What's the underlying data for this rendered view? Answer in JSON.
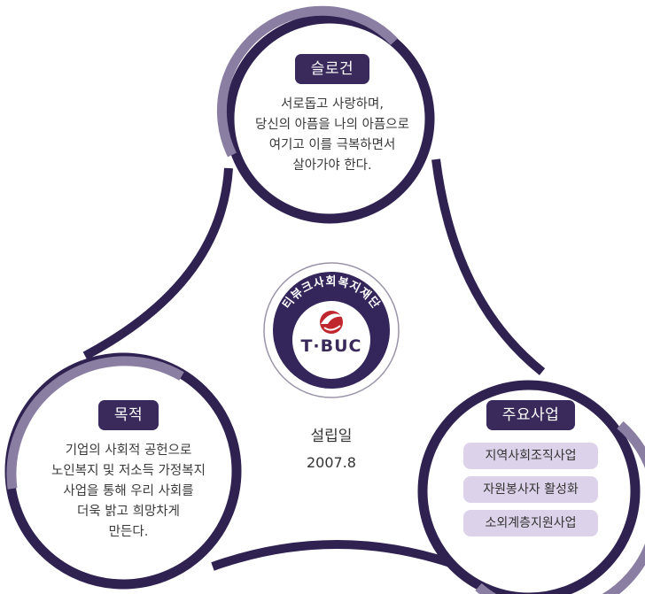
{
  "slogan": {
    "title": "슬로건",
    "lines": [
      "서로돕고 사랑하며,",
      "당신의 아픔을 나의 아픔으로",
      "여기고 이를 극복하면서",
      "살아가야 한다."
    ]
  },
  "purpose": {
    "title": "목적",
    "lines": [
      "기업의 사회적 공헌으로",
      "노인복지 및 저소득 가정복지",
      "사업을 통해 우리 사회를",
      "더욱 밝고 희망차게",
      "만든다."
    ]
  },
  "business": {
    "title": "주요사업",
    "items": [
      "지역사회조직사업",
      "자원봉사자 활성화",
      "소외계층지원사업"
    ]
  },
  "logo": {
    "arc_text": "티뷰크사회복지재단",
    "brand": "T·BUC"
  },
  "founding": {
    "label": "설립일",
    "date": "2007.8"
  },
  "colors": {
    "ring_dark": "#2f2250",
    "ring_light": "#8a7ea3",
    "pill_bg": "#3a2a5c",
    "item_bg": "#dcd3ea",
    "logo_red": "#c0262d"
  }
}
